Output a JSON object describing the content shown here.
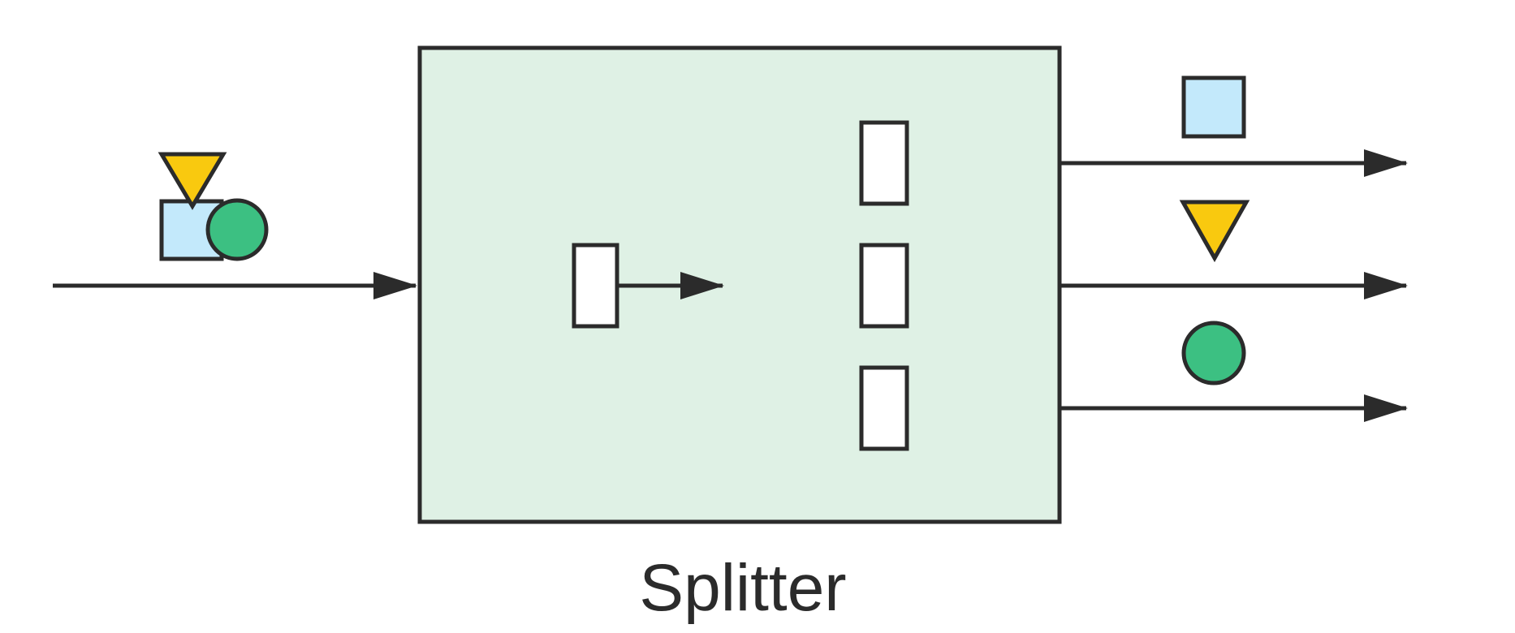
{
  "diagram": {
    "caption": "Splitter",
    "colors": {
      "stroke": "#2b2b2b",
      "box_fill": "#dff1e5",
      "slot_fill": "#ffffff",
      "square_fill": "#c3e9fb",
      "triangle_fill": "#f9c90f",
      "circle_fill": "#3cc082"
    },
    "input_message": [
      "triangle-shape",
      "square-shape",
      "circle-shape"
    ],
    "output_messages": [
      "square-shape",
      "triangle-shape",
      "circle-shape"
    ]
  }
}
